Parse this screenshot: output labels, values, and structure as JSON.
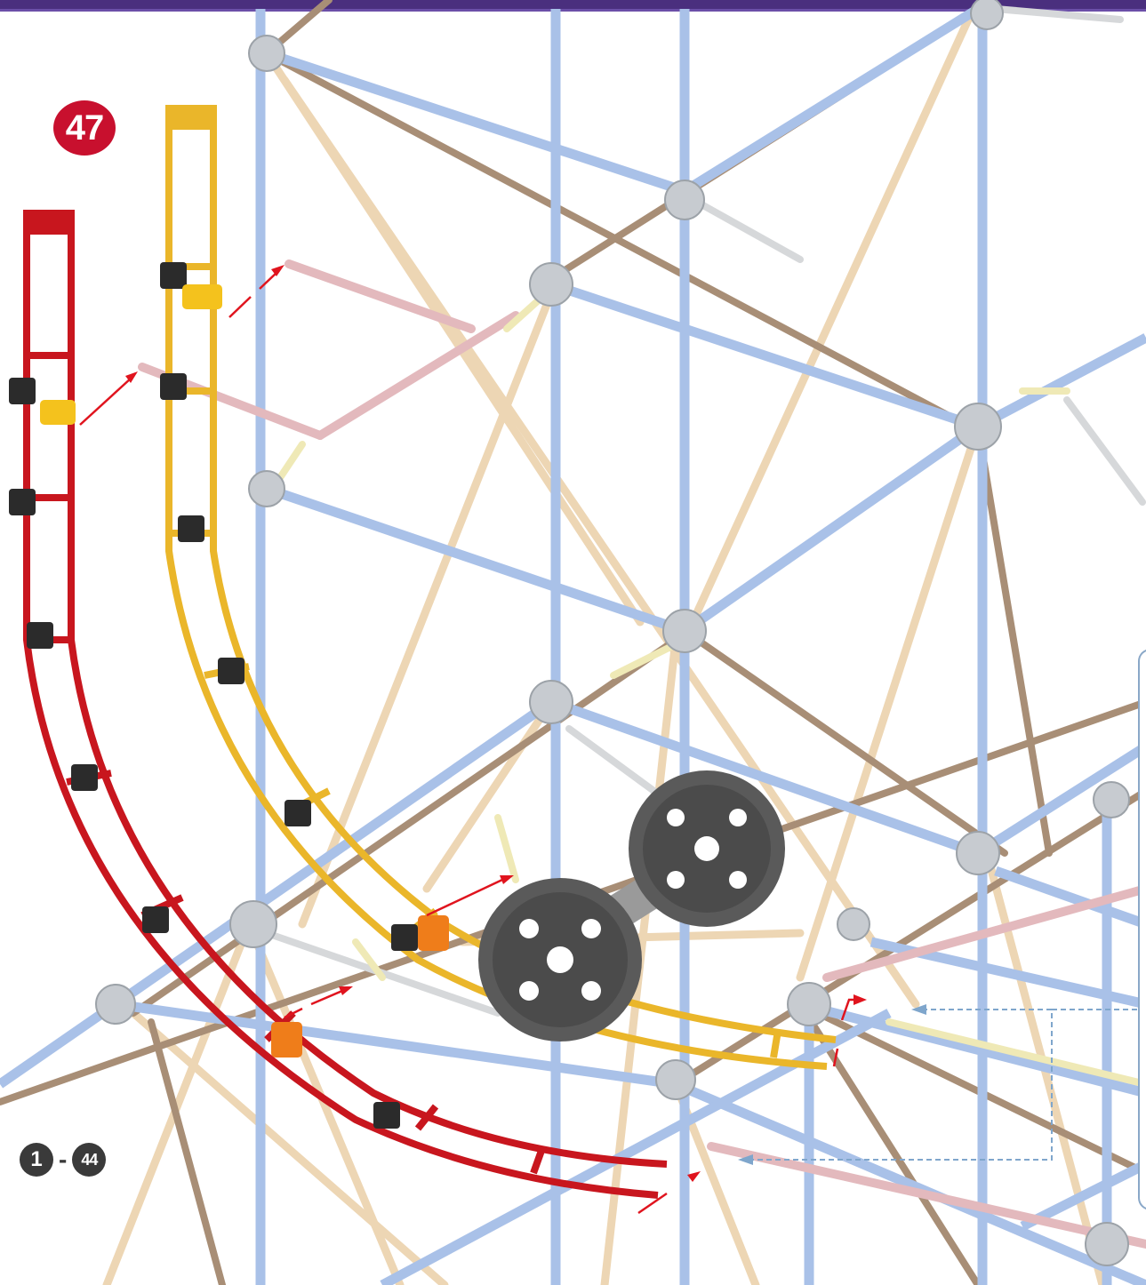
{
  "step": {
    "number": "47",
    "range_start": "1",
    "range_separator": "-",
    "range_end": "44"
  },
  "colors": {
    "header_bar": "#4a2f7e",
    "step_badge": "#c8102e",
    "range_badge": "#3a3a3a",
    "rod_blue": "#a9c1e8",
    "rod_tan": "#edd6b4",
    "rod_brown": "#a88e76",
    "rod_pink": "#e3b9bd",
    "rail_red": "#c8161e",
    "rail_yellow": "#eab62a",
    "gear_gray": "#5a5a5a",
    "arrow_red": "#e0141e",
    "callout_blue": "#7fa6cc"
  }
}
